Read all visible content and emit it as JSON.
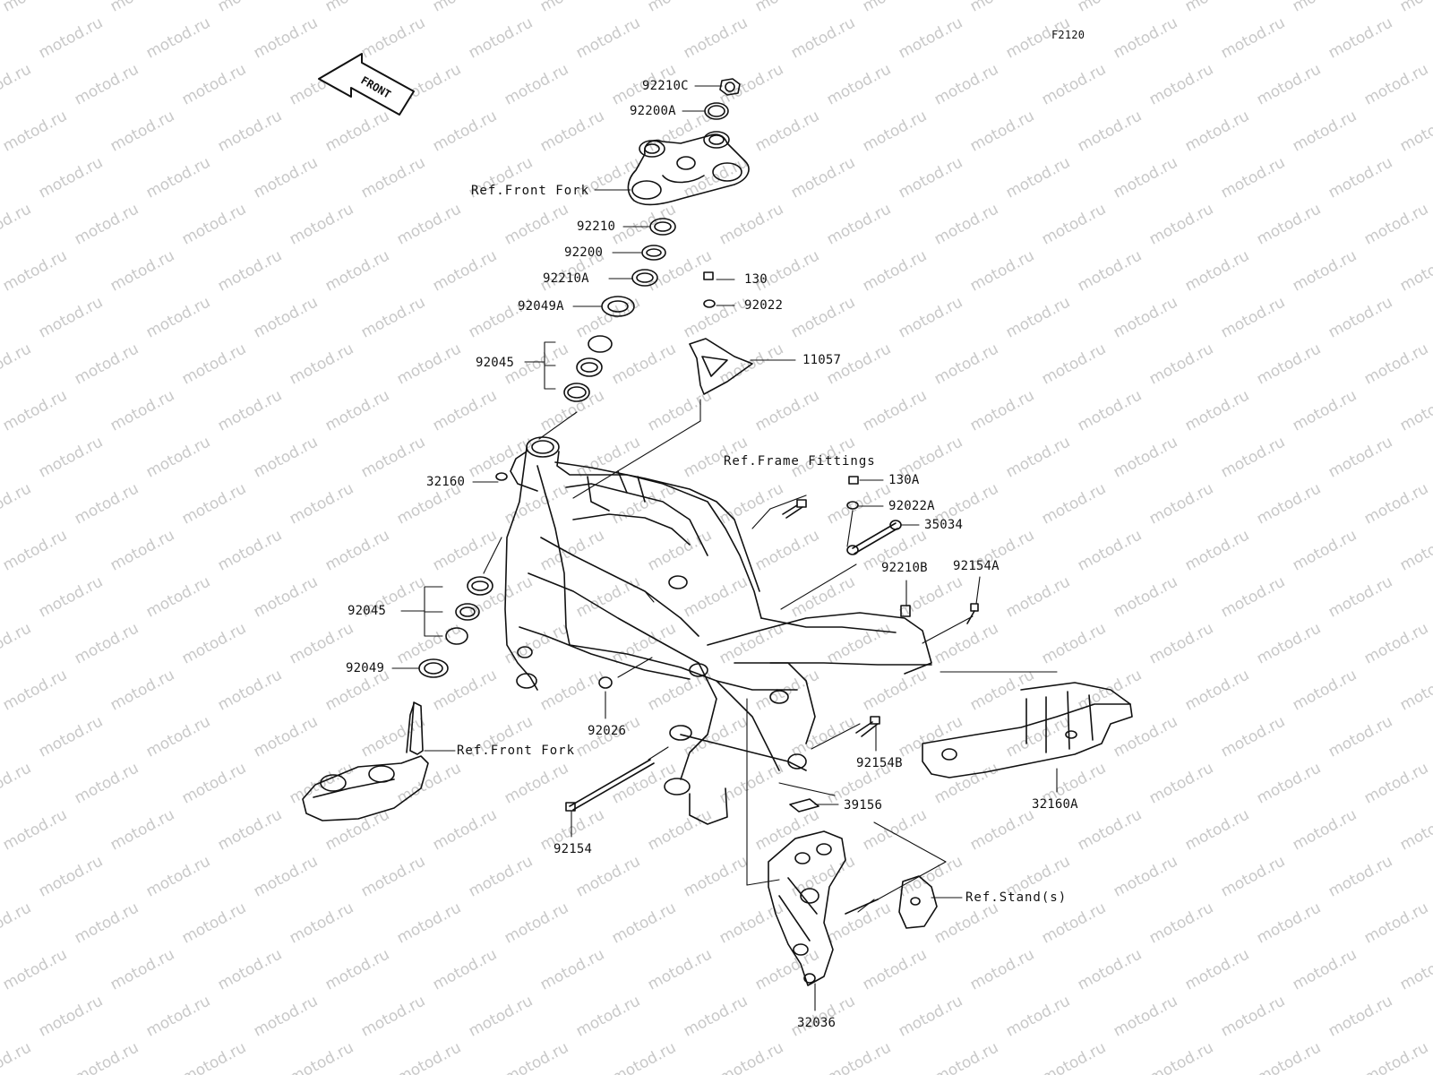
{
  "diagram_code": "F2120",
  "watermark": {
    "text": "motod.ru"
  },
  "front_arrow": {
    "label": "FRONT"
  },
  "labels": {
    "p92210C": "92210C",
    "p92200A": "92200A",
    "ref_front_fork_top": "Ref.Front Fork",
    "p92210": "92210",
    "p92200": "92200",
    "p92210A": "92210A",
    "p130": "130",
    "p92049A": "92049A",
    "p92022": "92022",
    "p92045_top": "92045",
    "p11057": "11057",
    "ref_frame_fittings": "Ref.Frame Fittings",
    "p32160": "32160",
    "p130A": "130A",
    "p92022A": "92022A",
    "p35034": "35034",
    "p92210B": "92210B",
    "p92154A": "92154A",
    "p92045_bottom": "92045",
    "p92049": "92049",
    "p92026": "92026",
    "p92154B": "92154B",
    "ref_front_fork_bottom": "Ref.Front Fork",
    "p39156": "39156",
    "p32160A": "32160A",
    "p92154": "92154",
    "ref_stands": "Ref.Stand(s)",
    "p32036": "32036"
  }
}
